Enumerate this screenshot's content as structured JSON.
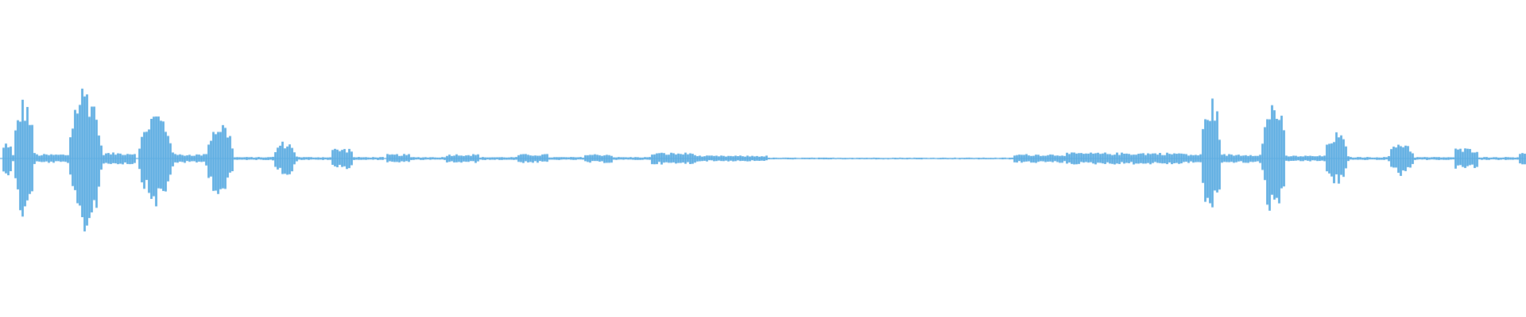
{
  "waveform": {
    "color": "#5dade2",
    "background": "#ffffff",
    "sample_count": 640,
    "peak_scale": 1.0,
    "segments": [
      {
        "start": 0.0,
        "end": 0.008,
        "amp": 0.12
      },
      {
        "start": 0.008,
        "end": 0.022,
        "amp": 0.42
      },
      {
        "start": 0.022,
        "end": 0.044,
        "amp": 0.03
      },
      {
        "start": 0.044,
        "end": 0.066,
        "amp": 0.52
      },
      {
        "start": 0.066,
        "end": 0.088,
        "amp": 0.04
      },
      {
        "start": 0.09,
        "end": 0.113,
        "amp": 0.33
      },
      {
        "start": 0.113,
        "end": 0.134,
        "amp": 0.03
      },
      {
        "start": 0.134,
        "end": 0.153,
        "amp": 0.26
      },
      {
        "start": 0.153,
        "end": 0.178,
        "amp": 0.01
      },
      {
        "start": 0.178,
        "end": 0.194,
        "amp": 0.12
      },
      {
        "start": 0.194,
        "end": 0.216,
        "amp": 0.01
      },
      {
        "start": 0.217,
        "end": 0.23,
        "amp": 0.07
      },
      {
        "start": 0.23,
        "end": 0.251,
        "amp": 0.01
      },
      {
        "start": 0.252,
        "end": 0.268,
        "amp": 0.03
      },
      {
        "start": 0.268,
        "end": 0.292,
        "amp": 0.01
      },
      {
        "start": 0.292,
        "end": 0.313,
        "amp": 0.03
      },
      {
        "start": 0.313,
        "end": 0.338,
        "amp": 0.01
      },
      {
        "start": 0.338,
        "end": 0.358,
        "amp": 0.03
      },
      {
        "start": 0.358,
        "end": 0.382,
        "amp": 0.01
      },
      {
        "start": 0.382,
        "end": 0.401,
        "amp": 0.03
      },
      {
        "start": 0.401,
        "end": 0.426,
        "amp": 0.01
      },
      {
        "start": 0.426,
        "end": 0.455,
        "amp": 0.04
      },
      {
        "start": 0.455,
        "end": 0.477,
        "amp": 0.02
      },
      {
        "start": 0.477,
        "end": 0.502,
        "amp": 0.02
      },
      {
        "start": 0.502,
        "end": 0.663,
        "amp": 0.006
      },
      {
        "start": 0.663,
        "end": 0.697,
        "amp": 0.03
      },
      {
        "start": 0.697,
        "end": 0.776,
        "amp": 0.04
      },
      {
        "start": 0.776,
        "end": 0.786,
        "amp": 0.03
      },
      {
        "start": 0.786,
        "end": 0.8,
        "amp": 0.42
      },
      {
        "start": 0.8,
        "end": 0.826,
        "amp": 0.03
      },
      {
        "start": 0.826,
        "end": 0.842,
        "amp": 0.42
      },
      {
        "start": 0.842,
        "end": 0.867,
        "amp": 0.02
      },
      {
        "start": 0.867,
        "end": 0.883,
        "amp": 0.18
      },
      {
        "start": 0.883,
        "end": 0.909,
        "amp": 0.01
      },
      {
        "start": 0.909,
        "end": 0.926,
        "amp": 0.12
      },
      {
        "start": 0.926,
        "end": 0.952,
        "amp": 0.01
      },
      {
        "start": 0.952,
        "end": 0.968,
        "amp": 0.07
      },
      {
        "start": 0.968,
        "end": 0.995,
        "amp": 0.01
      },
      {
        "start": 0.995,
        "end": 1.0,
        "amp": 0.05
      }
    ]
  }
}
